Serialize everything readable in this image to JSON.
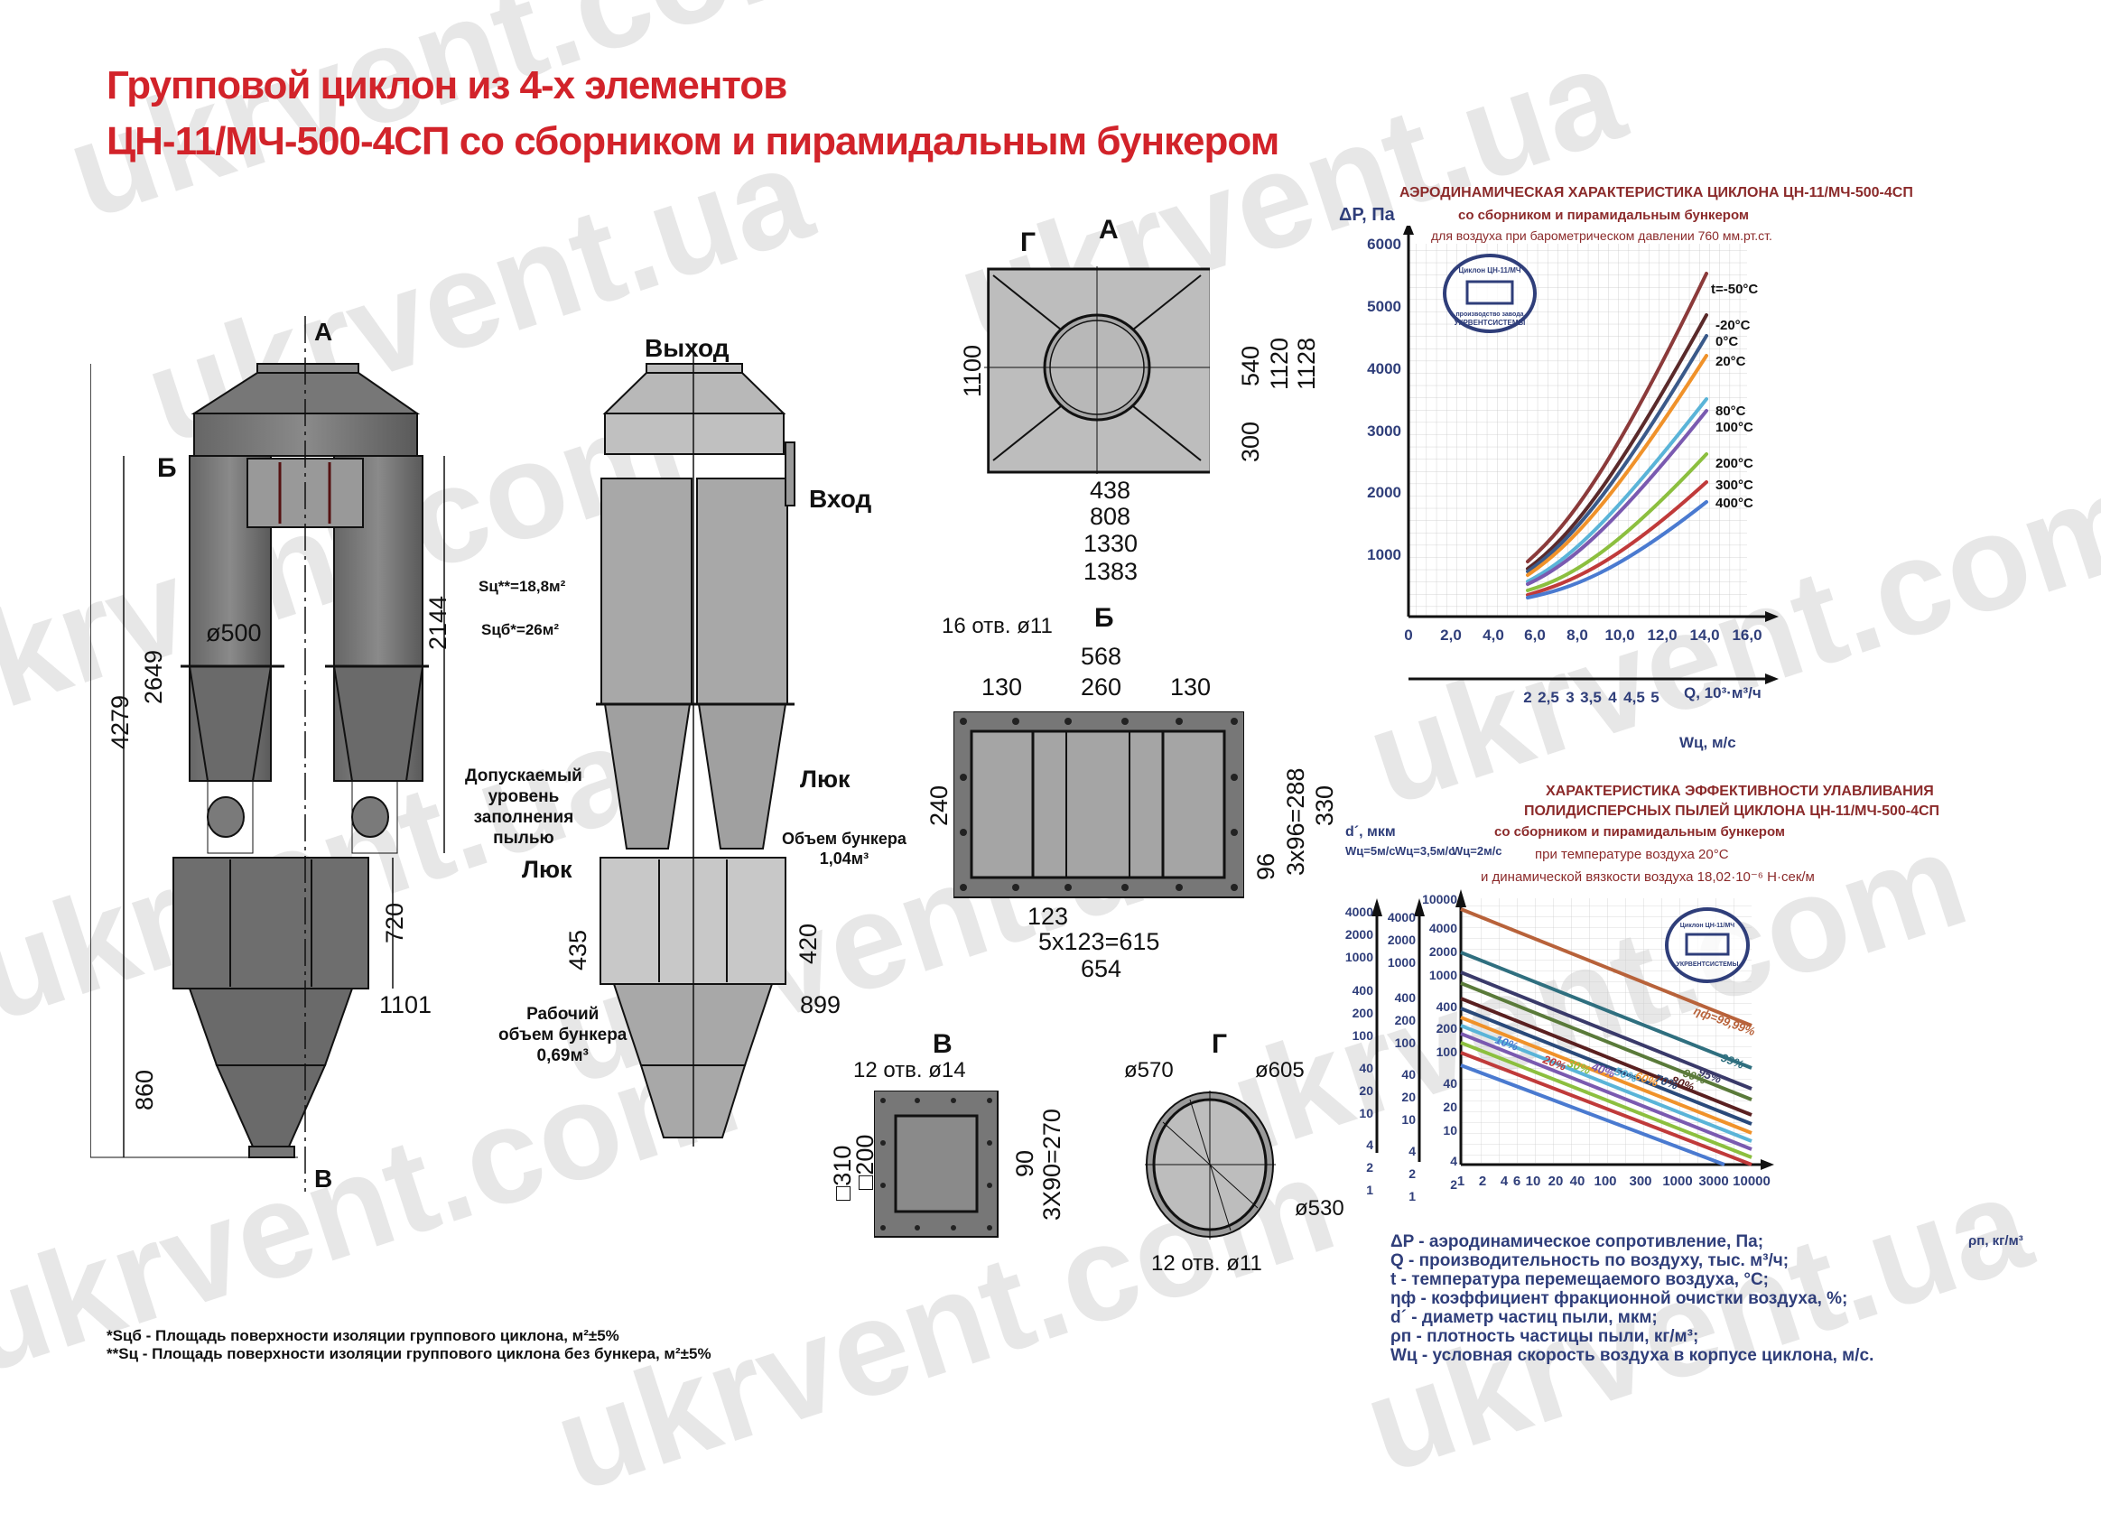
{
  "header": {
    "title_line1": "Групповой циклон из 4-х элементов",
    "title_line2": "ЦН-11/МЧ-500-4СП со сборником и пирамидальным бункером"
  },
  "watermark": [
    "ukrvent.com",
    "ukrvent.ua",
    "www.ukrvent.com"
  ],
  "front_view": {
    "arrow_top": "А",
    "arrow_bottom": "В",
    "label_b": "Б",
    "dim_total_height": "4279",
    "dim_2649": "2649",
    "dim_2144": "2144",
    "dim_diameter": "ø500",
    "dim_720": "720",
    "dim_860": "860",
    "dim_1101": "1101"
  },
  "side_view": {
    "outlet": "Выход",
    "inlet": "Вход",
    "s_c": "Sц**=18,8м²",
    "s_cb": "Sцб*=26м²",
    "allowed_level": [
      "Допускаемый",
      "уровень",
      "заполнения",
      "пылью"
    ],
    "hatch_1": "Люк",
    "hatch_2": "Люк",
    "bunker_volume": [
      "Объем бункера",
      "1,04м³"
    ],
    "work_volume": [
      "Рабочий",
      "объем бункера",
      "0,69м³"
    ],
    "dim_435": "435",
    "dim_420": "420",
    "dim_899": "899"
  },
  "view_a": {
    "title": "А",
    "label_g": "Г",
    "dim_1100": "1100",
    "dim_540": "540",
    "dim_300": "300",
    "dim_1120": "1120",
    "dim_1128": "1128",
    "dim_438": "438",
    "dim_808": "808",
    "dim_1330": "1330",
    "dim_1383": "1383"
  },
  "view_b": {
    "title": "Б",
    "holes": "16 отв. ø11",
    "dim_568": "568",
    "dim_130a": "130",
    "dim_260": "260",
    "dim_130b": "130",
    "dim_240": "240",
    "dim_288": "3х96=288",
    "dim_330": "330",
    "dim_96": "96",
    "dim_123": "123",
    "dim_615": "5х123=615",
    "dim_654": "654"
  },
  "view_v": {
    "title": "В",
    "holes": "12 отв. ø14",
    "dim_310": "□310",
    "dim_200": "□200",
    "dim_90": "90",
    "dim_270": "3Х90=270"
  },
  "view_g": {
    "title": "Г",
    "d570": "ø570",
    "d605": "ø605",
    "d530": "ø530",
    "holes": "12 отв. ø11"
  },
  "footnotes": [
    "*Sцб - Площадь поверхности изоляции группового циклона, м²±5%",
    "**Sц - Площадь поверхности изоляции группового циклона без бункера, м²±5%"
  ],
  "stamp": {
    "top": "Циклон ЦН-11/МЧ",
    "mid": "производство завода",
    "bottom": "УКРВЕНТСИСТЕМЫ"
  },
  "chart1": {
    "title": "АЭРОДИНАМИЧЕСКАЯ  ХАРАКТЕРИСТИКА  ЦИКЛОНА ЦН-11/МЧ-500-4СП",
    "subtitle1": "со сборником и пирамидальным бункером",
    "subtitle2": "для воздуха при барометрическом давлении 760 мм.рт.ст.",
    "ylabel": "ΔP, Па",
    "xlabel": "Q, 10³·м³/ч",
    "x2label": "Wц, м/с"
  },
  "chart2": {
    "title1": "ХАРАКТЕРИСТИКА  ЭФФЕКТИВНОСТИ УЛАВЛИВАНИЯ",
    "title2": "ПОЛИДИСПЕРСНЫХ ПЫЛЕЙ ЦИКЛОНА ЦН-11/МЧ-500-4СП",
    "subtitle1": "со сборником и пирамидальным бункером",
    "subtitle2": "при температуре воздуха 20°С",
    "subtitle3": "и динамической вязкости воздуха  18,02·10⁻⁶ Н·сек/м",
    "ylabel": "d´, мкм",
    "axis_w5": "Wц=5м/с",
    "axis_w35": "Wц=3,5м/с",
    "axis_w2": "Wц=2м/с",
    "xlabel": "ρп, кг/м³"
  },
  "legend": [
    "ΔP - аэродинамическое сопротивление, Па;",
    "Q - производительность по воздуху, тыс. м³/ч;",
    "t - температура перемещаемого воздуха, °С;",
    "ηф - коэффициент фракционной очистки воздуха, %;",
    "d´ - диаметр частиц пыли, мкм;",
    "ρп - плотность частицы пыли, кг/м³;",
    "Wц - условная скорость воздуха в корпусе циклона, м/с."
  ],
  "chart_data": [
    {
      "type": "line",
      "title": "Аэродинамическая характеристика циклона ЦН-11/МЧ-500-4СП",
      "xlabel": "Q, 10³·м³/ч",
      "ylabel": "ΔP, Па",
      "xlim": [
        0,
        16
      ],
      "ylim": [
        0,
        6000
      ],
      "xticks": [
        "0",
        "2,0",
        "4,0",
        "6,0",
        "8,0",
        "10,0",
        "12,0",
        "14,0",
        "16,0"
      ],
      "yticks": [
        "1000",
        "2000",
        "3000",
        "4000",
        "5000",
        "6000"
      ],
      "secondary_x": {
        "label": "Wц, м/с",
        "ticks": [
          "2",
          "2,5",
          "3",
          "3,5",
          "4",
          "4,5",
          "5"
        ],
        "range_q": [
          5.65,
          14.1
        ]
      },
      "grid": true,
      "x": [
        5.65,
        7.1,
        8.5,
        9.9,
        11.3,
        12.7,
        14.1
      ],
      "series": [
        {
          "name": "t=-50°C",
          "color": "#8b3a3a",
          "values": [
            880,
            1380,
            1990,
            2700,
            3520,
            4460,
            5520
          ]
        },
        {
          "name": "-20°C",
          "color": "#5a2a2a",
          "values": [
            770,
            1210,
            1750,
            2380,
            3100,
            3920,
            4860
          ]
        },
        {
          "name": "0°C",
          "color": "#3a5a8a",
          "values": [
            720,
            1130,
            1630,
            2220,
            2890,
            3660,
            4520
          ]
        },
        {
          "name": "20°C",
          "color": "#f0922a",
          "values": [
            670,
            1050,
            1520,
            2060,
            2690,
            3400,
            4200
          ]
        },
        {
          "name": "80°C",
          "color": "#5ab4d8",
          "values": [
            560,
            880,
            1270,
            1730,
            2250,
            2850,
            3500
          ]
        },
        {
          "name": "100°C",
          "color": "#7a5ab0",
          "values": [
            530,
            830,
            1200,
            1630,
            2130,
            2690,
            3310
          ]
        },
        {
          "name": "200°C",
          "color": "#8cbf3f",
          "values": [
            420,
            650,
            940,
            1280,
            1670,
            2110,
            2610
          ]
        },
        {
          "name": "300°C",
          "color": "#c03a3a",
          "values": [
            350,
            540,
            780,
            1060,
            1390,
            1760,
            2170
          ]
        },
        {
          "name": "400°C",
          "color": "#4a7ad0",
          "values": [
            300,
            460,
            660,
            900,
            1180,
            1490,
            1840
          ]
        }
      ]
    },
    {
      "type": "line",
      "title": "Характеристика эффективности улавливания полидисперсных пылей циклона ЦН-11/МЧ-500-4СП",
      "xlabel": "ρп, кг/м³",
      "ylabel": "d´, мкм (Wц=2м/с)",
      "xscale": "log",
      "yscale": "log",
      "xlim": [
        1,
        10000
      ],
      "ylim": [
        1,
        10000
      ],
      "xticks": [
        "1",
        "2",
        "4",
        "6",
        "10",
        "20",
        "40",
        "100",
        "300",
        "1000",
        "3000",
        "10000"
      ],
      "yticks": [
        "1",
        "2",
        "4",
        "10",
        "20",
        "40",
        "100",
        "200",
        "400",
        "1000",
        "2000",
        "4000",
        "10000"
      ],
      "secondary_y": [
        {
          "label": "Wц=5м/с",
          "ticks": [
            "1",
            "2",
            "4",
            "10",
            "20",
            "40",
            "100",
            "200",
            "400",
            "1000",
            "2000",
            "4000"
          ]
        },
        {
          "label": "Wц=3,5м/с",
          "ticks": [
            "1",
            "2",
            "4",
            "10",
            "20",
            "40",
            "100",
            "200",
            "400",
            "1000",
            "2000",
            "4000"
          ]
        }
      ],
      "grid": true,
      "x": [
        1,
        10000
      ],
      "series": [
        {
          "name": "ηф=99,99%",
          "color": "#b8623a",
          "values": [
            5800,
            58
          ]
        },
        {
          "name": "99%",
          "color": "#2f6f7f",
          "values": [
            1700,
            17
          ]
        },
        {
          "name": "95%",
          "color": "#3a3a6a",
          "values": [
            950,
            9.5
          ]
        },
        {
          "name": "90%",
          "color": "#5a7a3a",
          "values": [
            700,
            7
          ]
        },
        {
          "name": "80%",
          "color": "#5a2020",
          "values": [
            450,
            4.5
          ]
        },
        {
          "name": "70%",
          "color": "#2a4a7a",
          "values": [
            340,
            3.4
          ]
        },
        {
          "name": "60%",
          "color": "#f0922a",
          "values": [
            260,
            2.6
          ]
        },
        {
          "name": "50%",
          "color": "#5ab4d8",
          "values": [
            210,
            2.1
          ]
        },
        {
          "name": "40%",
          "color": "#7a5ab0",
          "values": [
            165,
            1.65
          ]
        },
        {
          "name": "30%",
          "color": "#8cbf3f",
          "values": [
            125,
            1.25
          ]
        },
        {
          "name": "20%",
          "color": "#c03a3a",
          "values": [
            95,
            0.95
          ]
        },
        {
          "name": "10%",
          "color": "#4a7ad0",
          "values": [
            65,
            0.65
          ]
        }
      ]
    }
  ]
}
